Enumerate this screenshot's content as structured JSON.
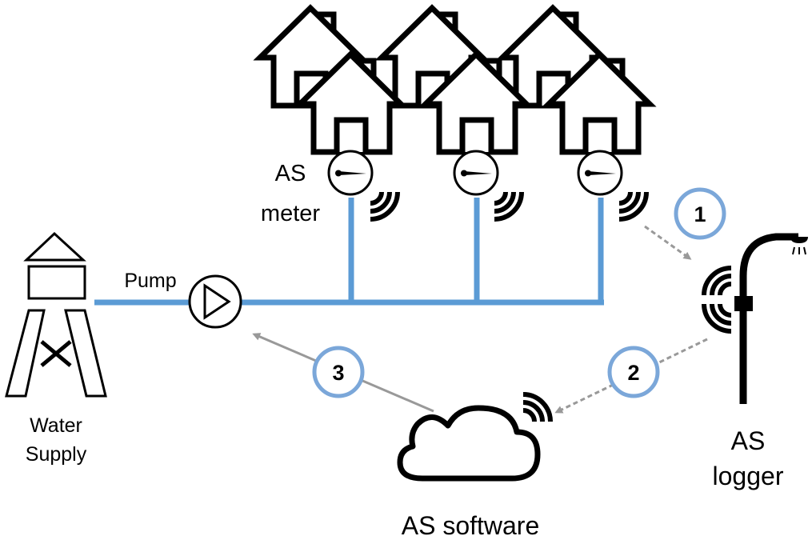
{
  "labels": {
    "as_meter_line1": "AS",
    "as_meter_line2": "meter",
    "pump": "Pump",
    "water_supply_line1": "Water",
    "water_supply_line2": "Supply",
    "as_logger_line1": "AS",
    "as_logger_line2": "logger",
    "as_software": "AS software"
  },
  "steps": [
    "1",
    "2",
    "3"
  ],
  "colors": {
    "pipe": "#5b9bd5",
    "step_circle": "#7ba7d9",
    "dashed_arrow": "#999999",
    "solid_arrow": "#999999",
    "ink": "#000000"
  },
  "icons": {
    "house": "house-icon",
    "meter": "meter-icon",
    "signal": "wireless-signal-icon",
    "pump": "pump-icon",
    "tower": "water-tower-icon",
    "cloud": "cloud-icon",
    "logger": "street-lamp-logger-icon"
  }
}
